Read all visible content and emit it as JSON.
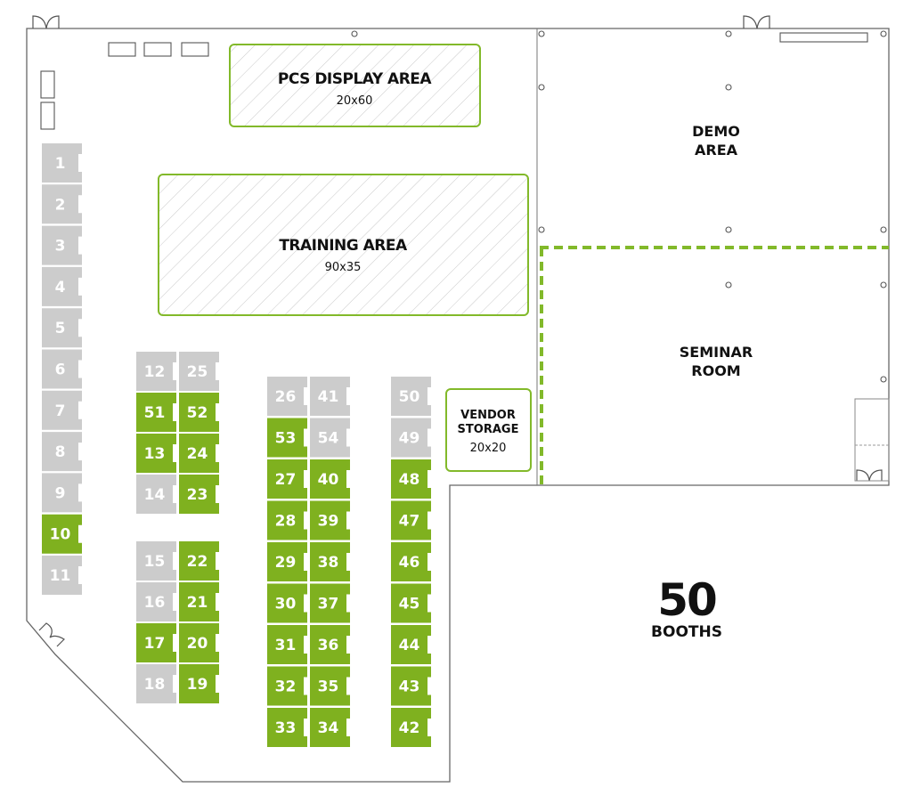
{
  "colors": {
    "available": "#cccccc",
    "reserved": "#7fb11f",
    "wall": "#555555",
    "area_border": "#82b92a"
  },
  "areas": {
    "pcs_display": {
      "title": "PCS DISPLAY AREA",
      "size": "20x60"
    },
    "training": {
      "title": "TRAINING AREA",
      "size": "90x35"
    },
    "vendor_storage": {
      "title_line1": "VENDOR",
      "title_line2": "STORAGE",
      "size": "20x20"
    },
    "demo": {
      "line1": "DEMO",
      "line2": "AREA"
    },
    "seminar": {
      "line1": "SEMINAR",
      "line2": "ROOM"
    }
  },
  "summary": {
    "count": "50",
    "label": "BOOTHS"
  },
  "booths": [
    {
      "n": "1",
      "s": "available"
    },
    {
      "n": "2",
      "s": "available"
    },
    {
      "n": "3",
      "s": "available"
    },
    {
      "n": "4",
      "s": "available"
    },
    {
      "n": "5",
      "s": "available"
    },
    {
      "n": "6",
      "s": "available"
    },
    {
      "n": "7",
      "s": "available"
    },
    {
      "n": "8",
      "s": "available"
    },
    {
      "n": "9",
      "s": "available"
    },
    {
      "n": "10",
      "s": "reserved"
    },
    {
      "n": "11",
      "s": "available"
    },
    {
      "n": "12",
      "s": "available"
    },
    {
      "n": "25",
      "s": "available"
    },
    {
      "n": "51",
      "s": "reserved"
    },
    {
      "n": "52",
      "s": "reserved"
    },
    {
      "n": "13",
      "s": "reserved"
    },
    {
      "n": "24",
      "s": "reserved"
    },
    {
      "n": "14",
      "s": "available"
    },
    {
      "n": "23",
      "s": "reserved"
    },
    {
      "n": "15",
      "s": "available"
    },
    {
      "n": "22",
      "s": "reserved"
    },
    {
      "n": "16",
      "s": "available"
    },
    {
      "n": "21",
      "s": "reserved"
    },
    {
      "n": "17",
      "s": "reserved"
    },
    {
      "n": "20",
      "s": "reserved"
    },
    {
      "n": "18",
      "s": "available"
    },
    {
      "n": "19",
      "s": "reserved"
    },
    {
      "n": "26",
      "s": "available"
    },
    {
      "n": "41",
      "s": "available"
    },
    {
      "n": "53",
      "s": "reserved"
    },
    {
      "n": "54",
      "s": "available"
    },
    {
      "n": "27",
      "s": "reserved"
    },
    {
      "n": "40",
      "s": "reserved"
    },
    {
      "n": "28",
      "s": "reserved"
    },
    {
      "n": "39",
      "s": "reserved"
    },
    {
      "n": "29",
      "s": "reserved"
    },
    {
      "n": "38",
      "s": "reserved"
    },
    {
      "n": "30",
      "s": "reserved"
    },
    {
      "n": "37",
      "s": "reserved"
    },
    {
      "n": "31",
      "s": "reserved"
    },
    {
      "n": "36",
      "s": "reserved"
    },
    {
      "n": "32",
      "s": "reserved"
    },
    {
      "n": "35",
      "s": "reserved"
    },
    {
      "n": "33",
      "s": "reserved"
    },
    {
      "n": "34",
      "s": "reserved"
    },
    {
      "n": "50",
      "s": "available"
    },
    {
      "n": "49",
      "s": "available"
    },
    {
      "n": "48",
      "s": "reserved"
    },
    {
      "n": "47",
      "s": "reserved"
    },
    {
      "n": "46",
      "s": "reserved"
    },
    {
      "n": "45",
      "s": "reserved"
    },
    {
      "n": "44",
      "s": "reserved"
    },
    {
      "n": "43",
      "s": "reserved"
    },
    {
      "n": "42",
      "s": "reserved"
    }
  ]
}
